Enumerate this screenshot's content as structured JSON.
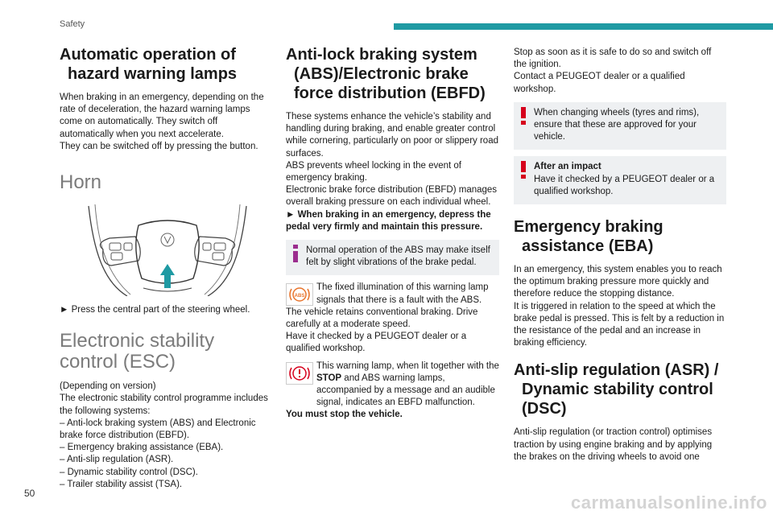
{
  "header": {
    "section": "Safety",
    "page": "50"
  },
  "watermark": "carmanualsonline.info",
  "col1": {
    "hazard_title": "Automatic operation of hazard warning lamps",
    "hazard_p1": "When braking in an emergency, depending on the rate of deceleration, the hazard warning lamps come on automatically. They switch off automatically when you next accelerate.",
    "hazard_p2": "They can be switched off by pressing the button.",
    "horn_title": "Horn",
    "horn_instruction": "► Press the central part of the steering wheel.",
    "esc_title": "Electronic stability control (ESC)",
    "esc_p1": "(Depending on version)",
    "esc_p2": "The electronic stability control programme includes the following systems:",
    "esc_list": [
      "– Anti-lock braking system (ABS) and Electronic brake force distribution (EBFD).",
      "– Emergency braking assistance (EBA).",
      "– Anti-slip regulation (ASR).",
      "– Dynamic stability control (DSC).",
      "– Trailer stability assist (TSA)."
    ]
  },
  "col2": {
    "abs_title": "Anti-lock braking system (ABS)/Electronic brake force distribution (EBFD)",
    "abs_p1": "These systems enhance the vehicle’s stability and handling during braking, and enable greater control while cornering, particularly on poor or slippery road surfaces.",
    "abs_p2": "ABS prevents wheel locking in the event of emergency braking.",
    "abs_p3": "Electronic brake force distribution (EBFD) manages overall braking pressure on each individual wheel.",
    "abs_p4": "► When braking in an emergency, depress the pedal very firmly and maintain this pressure.",
    "note_abs": "Normal operation of the ABS may make itself felt by slight vibrations of the brake pedal.",
    "lamp1_p1": "The fixed illumination of this warning lamp signals that there is a fault with the ABS.",
    "lamp1_p2": "The vehicle retains conventional braking. Drive carefully at a moderate speed.",
    "lamp1_p3": "Have it checked by a PEUGEOT dealer or a qualified workshop.",
    "lamp1_icon_text": "ABS",
    "lamp2_text_a": "This warning lamp, when lit together with the ",
    "lamp2_stop": "STOP",
    "lamp2_text_b": " and ABS warning lamps, accompanied by a message and an audible signal, indicates an EBFD malfunction.",
    "lamp2_bold": "You must stop the vehicle.",
    "lamp2_icon_text": "(!)"
  },
  "col3": {
    "stop_p1": "Stop as soon as it is safe to do so and switch off the ignition.",
    "stop_p2": "Contact a PEUGEOT dealer or a qualified workshop.",
    "warn_wheels": "When changing wheels (tyres and rims), ensure that these are approved for your vehicle.",
    "impact_title": "After an impact",
    "impact_text": "Have it checked by a PEUGEOT dealer or a qualified workshop.",
    "eba_title": "Emergency braking assistance (EBA)",
    "eba_p1": "In an emergency, this system enables you to reach the optimum braking pressure more quickly and therefore reduce the stopping distance.",
    "eba_p2": "It is triggered in relation to the speed at which the brake pedal is pressed. This is felt by a reduction in the resistance of the pedal and an increase in braking efficiency.",
    "asr_title": "Anti-slip regulation (ASR) / Dynamic stability control (DSC)",
    "asr_p1": "Anti-slip regulation (or traction control) optimises traction by using engine braking and by applying the brakes on the driving wheels to avoid one"
  },
  "colors": {
    "accent": "#1f9aa3",
    "warning": "#d6001c",
    "info": "#9b2d8e",
    "note_bg": "#eef0f2"
  },
  "icons": [
    "steering-wheel-illustration",
    "info-icon",
    "warning-exclamation-icon",
    "abs-warning-lamp-icon",
    "ebfd-warning-lamp-icon"
  ]
}
